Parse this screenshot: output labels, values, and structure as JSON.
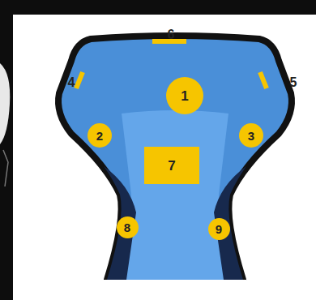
{
  "diagram": {
    "nodes": [
      {
        "text": [
          "1"
        ]
      },
      {
        "text": [
          "2"
        ]
      },
      {
        "text": [
          "3"
        ]
      },
      {
        "text": [
          "7"
        ]
      },
      {
        "text": [
          "8"
        ]
      },
      {
        "text": [
          "9"
        ]
      }
    ],
    "labels": [
      "6",
      "4",
      "5"
    ]
  }
}
